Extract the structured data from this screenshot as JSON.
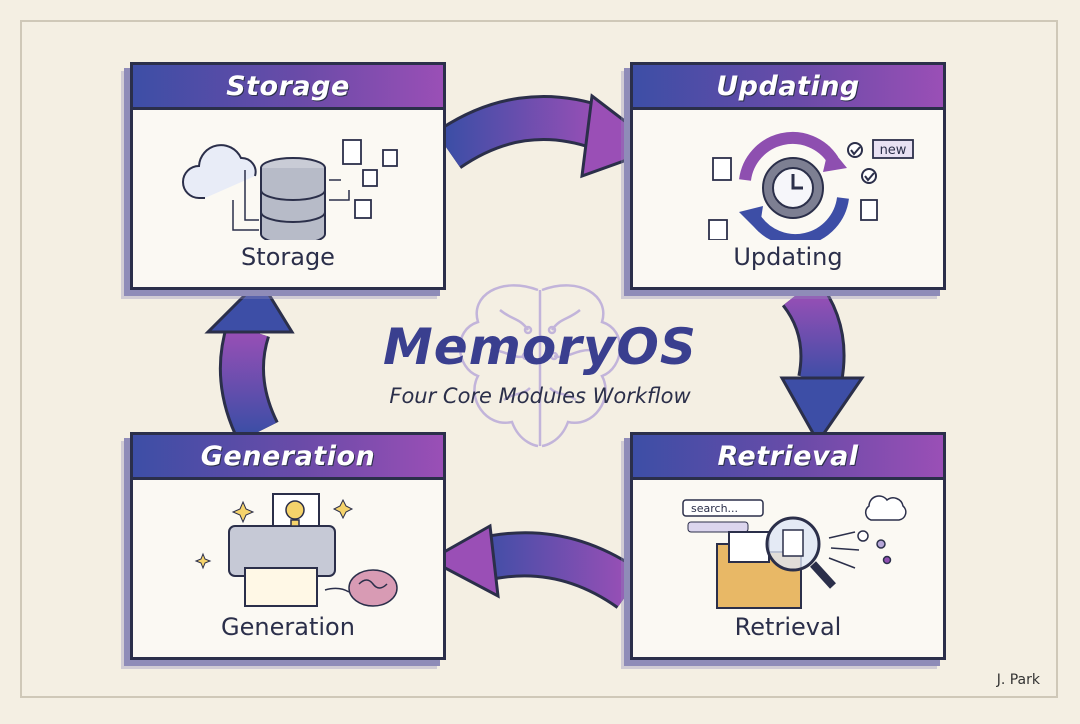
{
  "center": {
    "title": "MemoryOS",
    "subtitle": "Four Core Modules Workflow"
  },
  "modules": {
    "storage": {
      "header": "Storage",
      "caption": "Storage"
    },
    "updating": {
      "header": "Updating",
      "caption": "Updating",
      "badge": "new"
    },
    "retrieval": {
      "header": "Retrieval",
      "caption": "Retrieval",
      "search_text": "search..."
    },
    "generation": {
      "header": "Generation",
      "caption": "Generation"
    }
  },
  "signature": "J. Park",
  "colors": {
    "ink": "#2b2f4a",
    "blue": "#3d4ea6",
    "purple": "#8e4fb0",
    "paper": "#f4efe3"
  }
}
